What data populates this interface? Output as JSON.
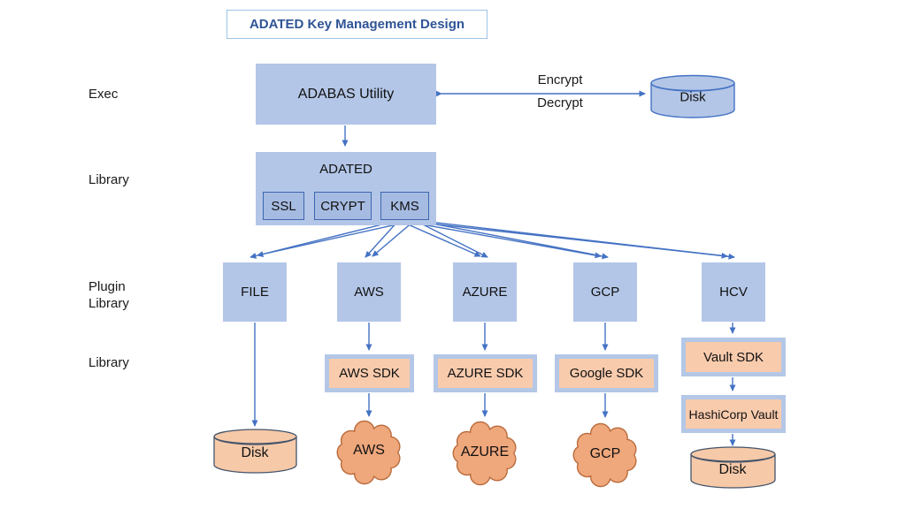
{
  "title": "ADATED Key Management Design",
  "row_labels": {
    "exec": "Exec",
    "library_top": "Library",
    "plugin_library": "Plugin Library",
    "library_bottom": "Library"
  },
  "exec_row": {
    "adabas_utility": "ADABAS Utility",
    "disk": "Disk",
    "encrypt": "Encrypt",
    "decrypt": "Decrypt"
  },
  "library_row": {
    "adated": "ADATED",
    "modules": [
      "SSL",
      "CRYPT",
      "KMS"
    ]
  },
  "plugin_row": [
    "FILE",
    "AWS",
    "AZURE",
    "GCP",
    "HCV"
  ],
  "sdk_row": {
    "aws_sdk": "AWS SDK",
    "azure_sdk": "AZURE SDK",
    "google_sdk": "Google SDK",
    "vault_sdk": "Vault SDK",
    "hashicorp_vault": "HashiCorp Vault"
  },
  "storage_row": {
    "file_disk": "Disk",
    "aws_cloud": "AWS",
    "azure_cloud": "AZURE",
    "gcp_cloud": "GCP",
    "hcv_disk": "Disk"
  },
  "colors": {
    "box_blue_fill": "#b3c6e7",
    "module_fill": "#a6bbe1",
    "module_border": "#3c66b0",
    "arrow_blue": "#4472c4",
    "sdk_peach_fill": "#f8cbad",
    "sdk_border_blue": "#b4c7e7",
    "cloud_orange_fill": "#efa77c",
    "cloud_border": "#b96a39",
    "blue_disk_fill": "#b3c6e7",
    "blue_disk_border": "#4472c4",
    "peach_disk_fill": "#f6c9a8",
    "peach_disk_border": "#44546a",
    "title_text": "#2f5496",
    "title_border": "#9dc3e6"
  }
}
